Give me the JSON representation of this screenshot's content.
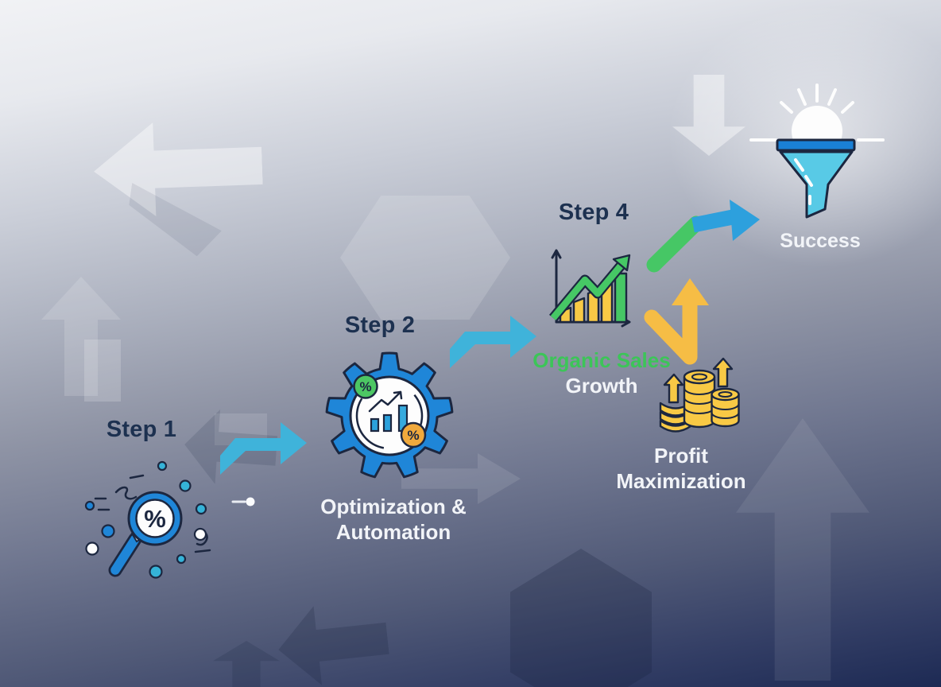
{
  "steps": {
    "step1": {
      "label": "Step 1"
    },
    "step2": {
      "label": "Step 2",
      "caption_line1": "Optimization &",
      "caption_line2": "Automation"
    },
    "step4": {
      "label": "Step 4",
      "caption_line1": "Organic Sales",
      "caption_line2": "Growth"
    }
  },
  "profit": {
    "caption_line1": "Profit",
    "caption_line2": "Maximization"
  },
  "success": {
    "label": "Success"
  },
  "icons": {
    "percent_symbol": "%"
  },
  "colors": {
    "accent_cyan": "#3fb3da",
    "accent_blue": "#2da0dd",
    "accent_green": "#46c765",
    "accent_yellow": "#f6bd45",
    "brand_blue": "#1f86d8",
    "coin_gold": "#f8c945",
    "funnel_cyan": "#58cae6",
    "outline_navy": "#1c2740",
    "text_navy": "#1d3150",
    "text_light": "#f2f4f8",
    "text_green": "#3cc558",
    "background_top": "#f1f2f5",
    "background_bottom": "#1d2a54"
  }
}
